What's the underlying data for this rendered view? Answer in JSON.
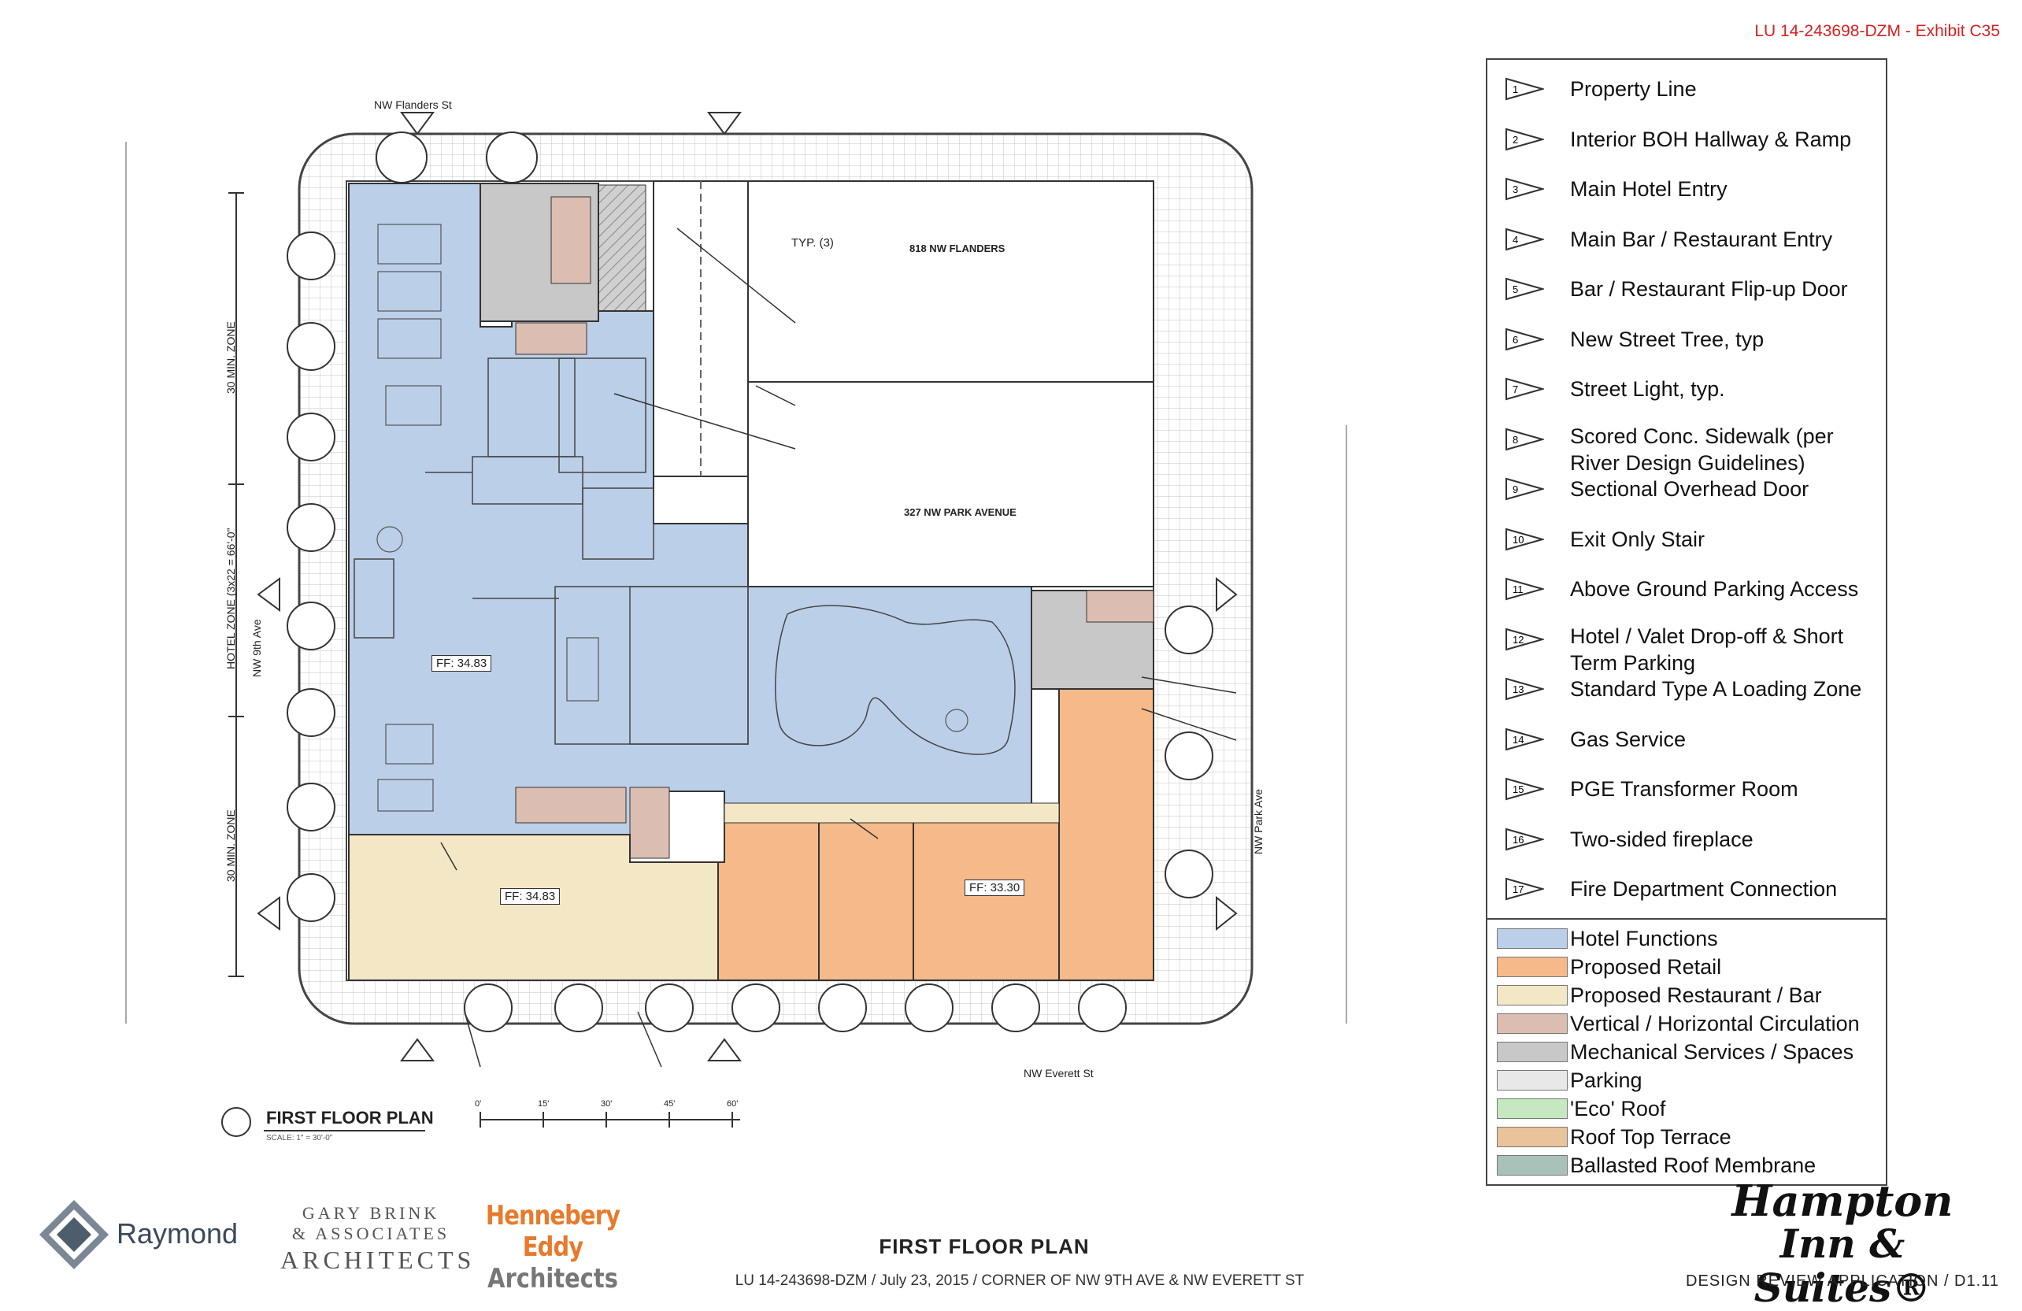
{
  "header": {
    "exhibit_label": "LU 14-243698-DZM  -  Exhibit C35"
  },
  "plan": {
    "street_labels": {
      "flanders": "NW Flanders St",
      "ninth": "NW 9th Ave",
      "park": "NW Park Ave",
      "everett": "NW Everett St"
    },
    "zone_labels": {
      "zone_top": "30 MIN. ZONE",
      "zone_mid": "HOTEL ZONE (3x22 = 66'-0\"",
      "zone_bottom": "30 MIN. ZONE"
    },
    "building_labels": {
      "flanders_bldg": "818 NW FLANDERS",
      "park_bldg": "327 NW PARK AVENUE",
      "typ": "TYP. (3)"
    },
    "ff_labels": {
      "hotel": "FF: 34.83",
      "restaurant": "FF: 34.83",
      "retail": "FF: 33.30"
    },
    "plan_title": "FIRST FLOOR PLAN",
    "plan_scale": "SCALE: 1\" = 30'-0\"",
    "scale_ticks": [
      "0'",
      "15'",
      "30'",
      "45'",
      "60'"
    ]
  },
  "legend": {
    "numbered_items": [
      {
        "num": "1",
        "label": "Property Line"
      },
      {
        "num": "2",
        "label": "Interior BOH Hallway & Ramp"
      },
      {
        "num": "3",
        "label": "Main Hotel Entry"
      },
      {
        "num": "4",
        "label": "Main Bar / Restaurant Entry"
      },
      {
        "num": "5",
        "label": "Bar / Restaurant Flip-up Door"
      },
      {
        "num": "6",
        "label": "New Street Tree, typ"
      },
      {
        "num": "7",
        "label": "Street Light, typ."
      },
      {
        "num": "8",
        "label": "Scored Conc. Sidewalk (per River Design Guidelines)"
      },
      {
        "num": "9",
        "label": "Sectional Overhead Door"
      },
      {
        "num": "10",
        "label": "Exit Only Stair"
      },
      {
        "num": "11",
        "label": "Above Ground Parking Access"
      },
      {
        "num": "12",
        "label": "Hotel / Valet Drop-off & Short Term Parking"
      },
      {
        "num": "13",
        "label": "Standard Type A Loading Zone"
      },
      {
        "num": "14",
        "label": "Gas Service"
      },
      {
        "num": "15",
        "label": "PGE Transformer Room"
      },
      {
        "num": "16",
        "label": "Two-sided fireplace"
      },
      {
        "num": "17",
        "label": "Fire Department Connection"
      }
    ],
    "color_items": [
      {
        "label": "Hotel Functions",
        "color": "#bccfe9"
      },
      {
        "label": "Proposed Retail",
        "color": "#f6b98a"
      },
      {
        "label": "Proposed Restaurant / Bar",
        "color": "#f3e7c6"
      },
      {
        "label": "Vertical / Horizontal Circulation",
        "color": "#dbbdb2"
      },
      {
        "label": "Mechanical Services / Spaces",
        "color": "#c8c8c8"
      },
      {
        "label": "Parking",
        "color": "#e8e8e8"
      },
      {
        "label": "'Eco' Roof",
        "color": "#c6e8c0"
      },
      {
        "label": "Roof Top Terrace",
        "color": "#e9c49a"
      },
      {
        "label": "Ballasted Roof Membrane",
        "color": "#a8c2ba"
      }
    ]
  },
  "footer": {
    "raymond": "Raymond",
    "gary_line1": "GARY BRINK",
    "gary_line2": "& ASSOCIATES",
    "gary_line3": "ARCHITECTS",
    "henn_line1": "Hennebery Eddy",
    "henn_line2": "Architects",
    "title": "FIRST FLOOR PLAN",
    "subtitle": "LU 14-243698-DZM / July 23, 2015 / CORNER OF NW 9TH  AVE  & NW EVERETT ST",
    "hampton_line1": "Hampton",
    "hampton_line2": "Inn & Suites®",
    "design_review": "DESIGN REVIEW APPLICATION  /  D1.11"
  }
}
